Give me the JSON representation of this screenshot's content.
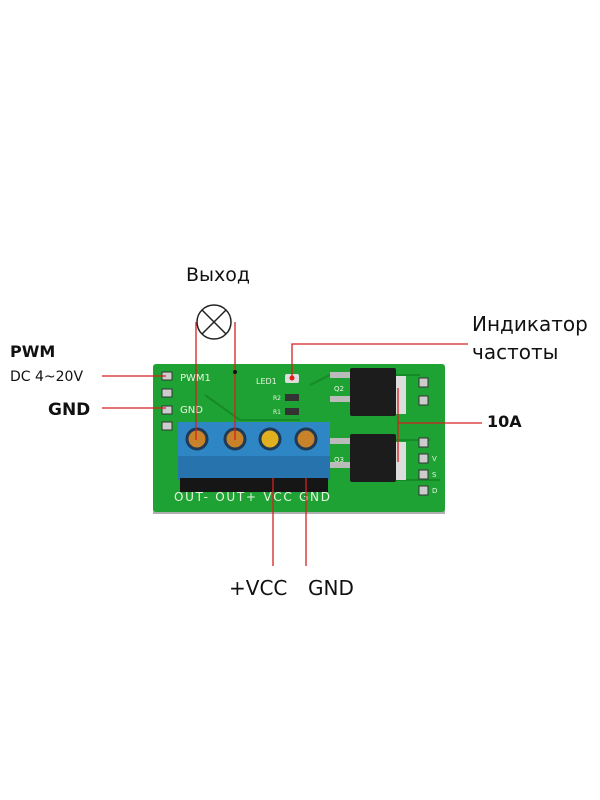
{
  "labels": {
    "output": "Выход",
    "indicator_line1": "Индикатор",
    "indicator_line2": "частоты",
    "pwm": "PWM",
    "pwm_range": "DC 4~20V",
    "gnd_left": "GND",
    "current": "10A",
    "vcc_bottom": "+VCC",
    "gnd_bottom": "GND"
  },
  "silkscreen": {
    "pwm_pin": "PWM1",
    "gnd_pin": "GND",
    "led": "LED1",
    "r2": "R2",
    "r1": "R1",
    "q2": "Q2",
    "q3": "Q3",
    "terminals": "OUT- OUT+ VCC GND",
    "v": "V",
    "s": "S",
    "d": "D"
  },
  "colors": {
    "pcb": "#1fa234",
    "terminal": "#2f86c4",
    "line": "#d62020"
  }
}
